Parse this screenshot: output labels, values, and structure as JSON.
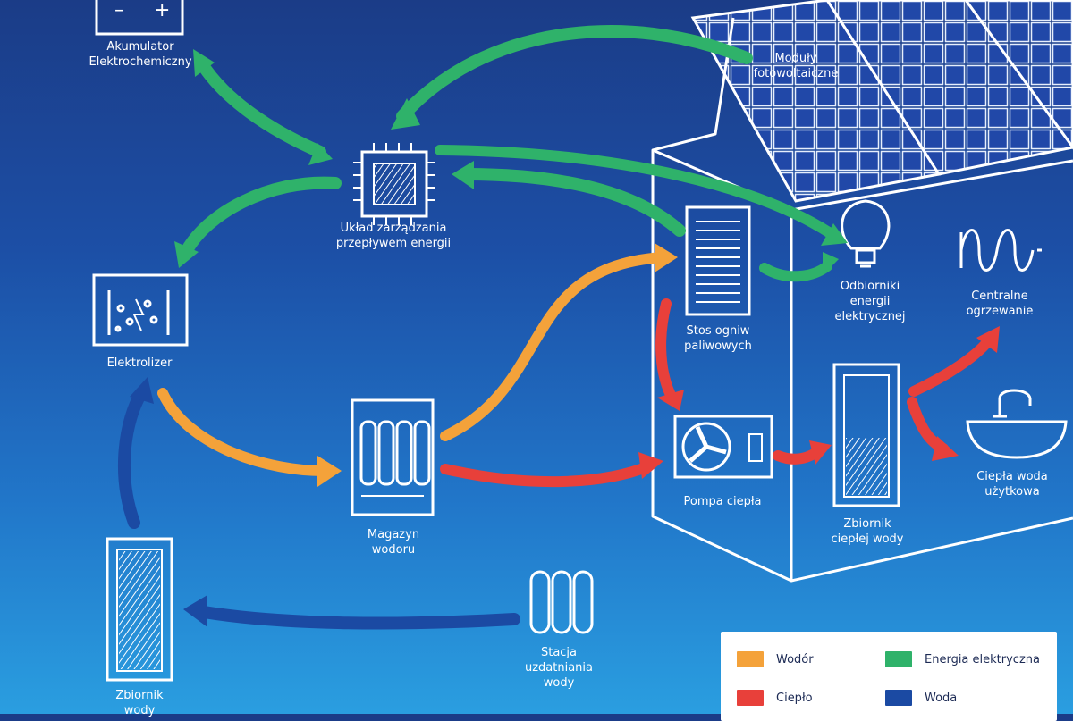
{
  "colors": {
    "hydrogen": "#f4a23a",
    "heat": "#e8403a",
    "electric": "#2fb26a",
    "water": "#1b4aa3",
    "chalk": "#ffffff"
  },
  "components": {
    "battery": [
      "Akumulator",
      "Elektrochemiczny"
    ],
    "pv_modules": [
      "Moduły",
      "fotowoltaiczne"
    ],
    "controller": [
      "Układ zarządzania",
      "przepływem energii"
    ],
    "electrolyzer": [
      "Elektrolizer"
    ],
    "fuel_cell": [
      "Stos ogniw",
      "paliwowych"
    ],
    "loads": [
      "Odbiorniki",
      "energii",
      "elektrycznej"
    ],
    "heating": [
      "Centralne",
      "ogrzewanie"
    ],
    "hydrogen_storage": [
      "Magazyn",
      "wodoru"
    ],
    "heat_pump": [
      "Pompa ciepła"
    ],
    "hot_water_tank": [
      "Zbiornik",
      "ciepłej wody"
    ],
    "hot_water": [
      "Ciepła woda",
      "użytkowa"
    ],
    "water_tank": [
      "Zbiornik",
      "wody"
    ],
    "water_treatment": [
      "Stacja",
      "uzdatniania",
      "wody"
    ]
  },
  "battery_signs": {
    "minus": "–",
    "plus": "+"
  },
  "legend": [
    {
      "label": "Wodór",
      "color": "#f4a23a"
    },
    {
      "label": "Energia elektryczna",
      "color": "#2fb26a"
    },
    {
      "label": "Ciepło",
      "color": "#e8403a"
    },
    {
      "label": "Woda",
      "color": "#1b4aa3"
    }
  ]
}
